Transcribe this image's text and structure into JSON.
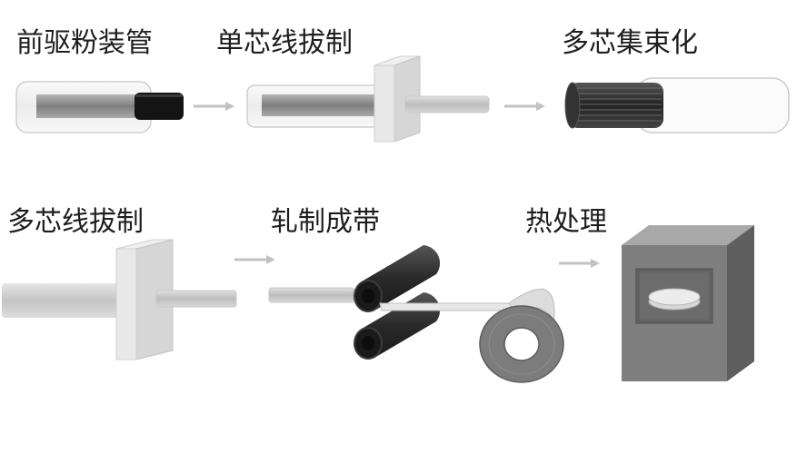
{
  "steps": [
    {
      "label": "前驱粉装管"
    },
    {
      "label": "单芯线拔制"
    },
    {
      "label": "多芯集束化"
    },
    {
      "label": "多芯线拔制"
    },
    {
      "label": "轧制成带"
    },
    {
      "label": "热处理"
    }
  ],
  "colors": {
    "text": "#1e1e1e",
    "arrow": "#bdbdbd",
    "tube_fill": "#f2f2f2",
    "tube_stroke": "#c8c8c8",
    "rod": "#8e8e8e",
    "powder": "#151515",
    "die": "#e4e4e4",
    "roller": "#2f2f2f",
    "furnace": "#7c7c7c"
  },
  "icons": [
    "arrow-right-icon",
    "drawing-die-icon",
    "roller-icon",
    "tape-coil-icon",
    "furnace-icon"
  ]
}
